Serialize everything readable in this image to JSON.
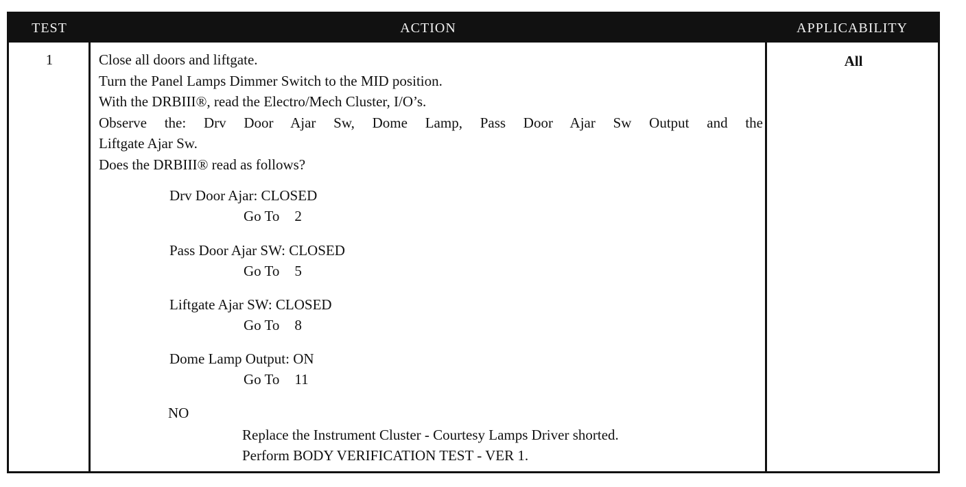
{
  "headers": {
    "test": "TEST",
    "action": "ACTION",
    "applicability": "APPLICABILITY"
  },
  "row": {
    "test_number": "1",
    "applicability": "All",
    "instructions": [
      "Close all doors and liftgate.",
      "Turn the Panel Lamps Dimmer Switch to the MID position.",
      "With the DRBIII®, read the Electro/Mech Cluster, I/O’s.",
      "Observe the: Drv Door Ajar Sw, Dome Lamp, Pass Door Ajar Sw Output and the",
      "Liftgate Ajar Sw.",
      "Does the DRBIII® read as follows?"
    ],
    "options": [
      {
        "label": "Drv Door Ajar: CLOSED",
        "goto_text": "Go To",
        "goto_num": "2"
      },
      {
        "label": "Pass Door Ajar SW: CLOSED",
        "goto_text": "Go To",
        "goto_num": "5"
      },
      {
        "label": "Liftgate Ajar SW: CLOSED",
        "goto_text": "Go To",
        "goto_num": "8"
      },
      {
        "label": "Dome Lamp Output: ON",
        "goto_text": "Go To",
        "goto_num": "11"
      }
    ],
    "no_option": {
      "label": "NO",
      "lines": [
        "Replace the Instrument Cluster - Courtesy Lamps Driver shorted.",
        "Perform BODY VERIFICATION TEST - VER 1."
      ]
    }
  }
}
